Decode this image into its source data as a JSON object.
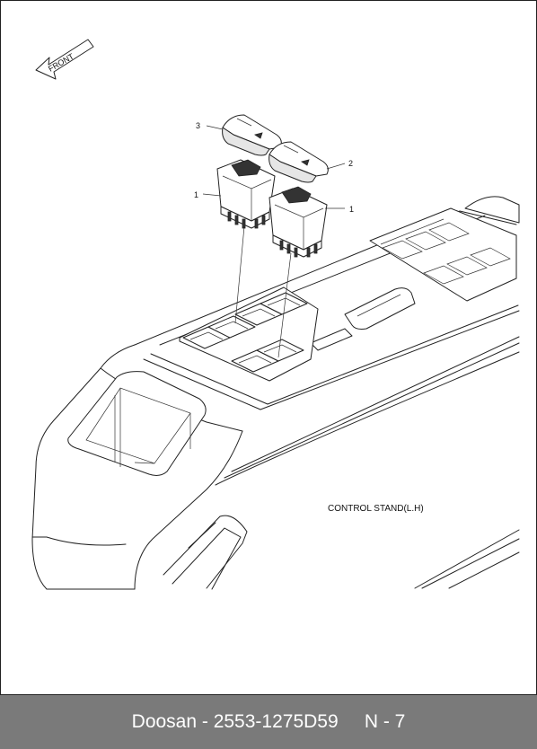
{
  "diagram": {
    "front_label": "FRONT",
    "assembly_label": "CONTROL STAND(L.H)",
    "callouts": [
      {
        "id": "switch-cap-3",
        "label": "3"
      },
      {
        "id": "switch-cap-2",
        "label": "2"
      },
      {
        "id": "switch-left",
        "label": "1"
      },
      {
        "id": "switch-right",
        "label": "1"
      }
    ]
  },
  "footer": {
    "brand": "Doosan",
    "part_number": "2553-1275D59",
    "page_ref": "N - 7",
    "text": "Doosan - 2553-1275D59     N - 7"
  }
}
